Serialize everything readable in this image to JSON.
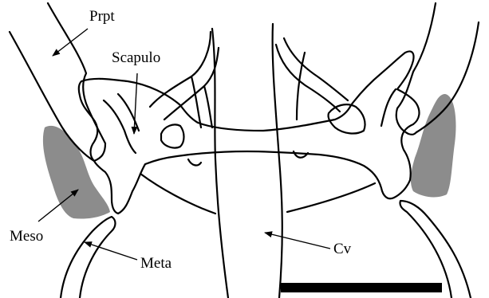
{
  "labels": {
    "prpt": "Prpt",
    "scapulo": "Scapulo",
    "meso": "Meso",
    "meta": "Meta",
    "cv": "Cv"
  },
  "colors": {
    "line": "#000000",
    "shaded_cartilage": "#8c8c8c",
    "background": "#ffffff",
    "scale_bar": "#000000"
  }
}
